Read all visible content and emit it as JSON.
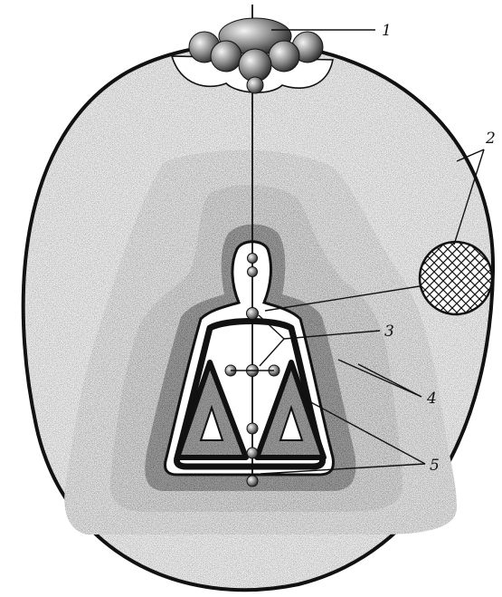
{
  "figure": {
    "labels": [
      {
        "id": "1",
        "text": "1"
      },
      {
        "id": "2",
        "text": "2"
      },
      {
        "id": "3",
        "text": "3"
      },
      {
        "id": "4",
        "text": "4"
      },
      {
        "id": "5",
        "text": "5"
      }
    ]
  },
  "colors": {
    "ink": "#111111",
    "stipple_light": "#e6e6e6",
    "stipple_mid": "#d2d2d2",
    "stipple_dark": "#a9a9a9",
    "paper": "#ffffff"
  }
}
